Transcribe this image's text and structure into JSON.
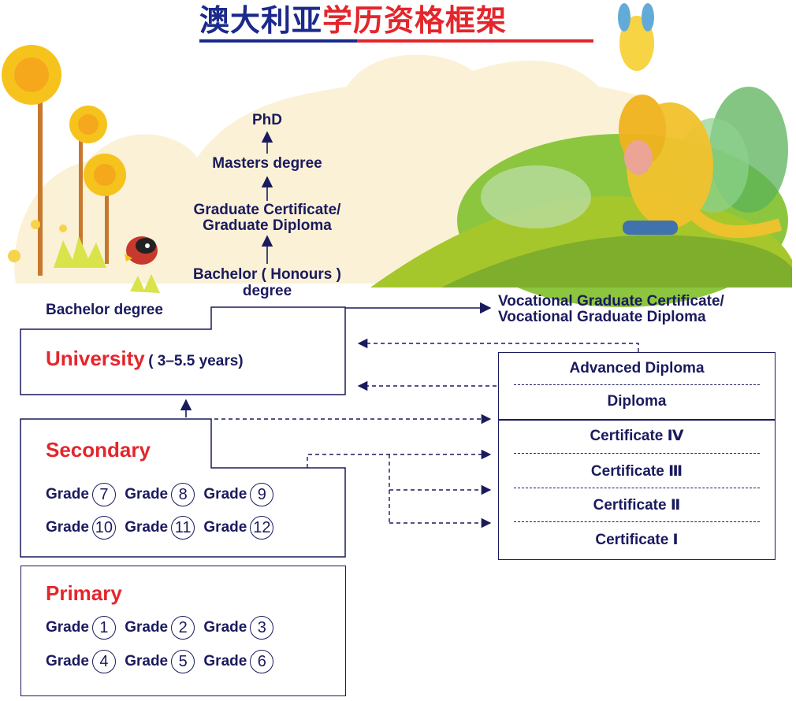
{
  "title": {
    "part1": "澳大利亚",
    "part2": "学历资格框架"
  },
  "colors": {
    "navy": "#1a1a5e",
    "red": "#e3262c",
    "title_blue": "#1b2a8c"
  },
  "higher_ed": {
    "phd": "PhD",
    "masters": "Masters degree",
    "graduate_line1": "Graduate Certificate/",
    "graduate_line2": "Graduate Diploma",
    "honours_line1": "Bachelor ( Honours )",
    "honours_line2": "degree",
    "bachelor": "Bachelor degree"
  },
  "university": {
    "name": "University",
    "duration": "( 3–5.5 years)"
  },
  "secondary": {
    "name": "Secondary",
    "grade_word": "Grade",
    "grades": [
      "7",
      "8",
      "9",
      "10",
      "11",
      "12"
    ]
  },
  "primary": {
    "name": "Primary",
    "grade_word": "Grade",
    "grades": [
      "1",
      "2",
      "3",
      "4",
      "5",
      "6"
    ]
  },
  "vocational": {
    "graduate_line1": "Vocational Graduate Certificate/",
    "graduate_line2": "Vocational Graduate Diploma",
    "upper_levels": [
      "Advanced Diploma",
      "Diploma"
    ],
    "certificates": [
      "Certificate Ⅳ",
      "Certificate Ⅲ",
      "Certificate Ⅱ",
      "Certificate Ⅰ"
    ]
  }
}
